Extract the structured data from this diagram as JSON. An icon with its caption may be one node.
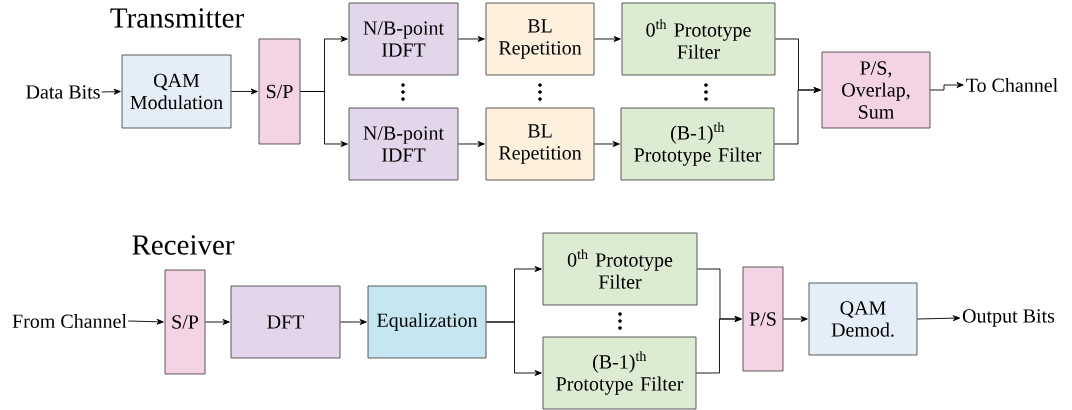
{
  "diagram": {
    "nodes": [
      {
        "text": [
          "Data Bits"
        ]
      },
      {
        "text": [
          "QAM Modulation"
        ]
      },
      {
        "text": [
          "S/P"
        ]
      },
      {
        "text": [
          "N/B-point IDFT"
        ]
      },
      {
        "text": [
          "N/B-point IDFT"
        ]
      },
      {
        "text": [
          "BL Repetition"
        ]
      },
      {
        "text": [
          "BL Repetition"
        ]
      },
      {
        "text": [
          "0$^{th}$ Prototype Filter"
        ]
      },
      {
        "text": [
          "(B-1)$^{th}$ Prototype Filter"
        ]
      },
      {
        "text": [
          "P/S, Overlap, Sum"
        ]
      },
      {
        "text": [
          "To Channel"
        ]
      },
      {
        "text": [
          "From Channel"
        ]
      },
      {
        "text": [
          "S/P"
        ]
      },
      {
        "text": [
          "DFT"
        ]
      },
      {
        "text": [
          "Equalization"
        ]
      },
      {
        "text": [
          "0$^{th}$ Prototype Filter"
        ]
      },
      {
        "text": [
          "(B-1)$^{th}$ Prototype Filter"
        ]
      },
      {
        "text": [
          "P/S"
        ]
      },
      {
        "text": [
          "QAM Demod."
        ]
      },
      {
        "text": [
          "Output Bits"
        ]
      }
    ],
    "edges": [
      {
        "from": 0,
        "to": 1,
        "arrow": "to"
      },
      {
        "from": 1,
        "to": 2,
        "arrow": "to"
      },
      {
        "from": 2,
        "to": 3,
        "arrow": "to"
      },
      {
        "from": 2,
        "to": 4,
        "arrow": "to"
      },
      {
        "from": 3,
        "to": 5,
        "arrow": "to"
      },
      {
        "from": 4,
        "to": 6,
        "arrow": "to"
      },
      {
        "from": 5,
        "to": 7,
        "arrow": "to"
      },
      {
        "from": 6,
        "to": 8,
        "arrow": "to"
      },
      {
        "from": 7,
        "to": 9,
        "arrow": "to"
      },
      {
        "from": 8,
        "to": 9,
        "arrow": "to"
      },
      {
        "from": 9,
        "to": 10,
        "arrow": "to"
      },
      {
        "from": 11,
        "to": 12,
        "arrow": "to"
      },
      {
        "from": 12,
        "to": 13,
        "arrow": "to"
      },
      {
        "from": 13,
        "to": 14,
        "arrow": "to"
      },
      {
        "from": 14,
        "to": 15,
        "arrow": "to"
      },
      {
        "from": 14,
        "to": 16,
        "arrow": "to"
      },
      {
        "from": 15,
        "to": 17,
        "arrow": "to"
      },
      {
        "from": 16,
        "to": 17,
        "arrow": "to"
      },
      {
        "from": 17,
        "to": 18,
        "arrow": "to"
      },
      {
        "from": 18,
        "to": 19,
        "arrow": "to"
      }
    ],
    "labels": [
      "Transmitter",
      "Receiver"
    ]
  }
}
